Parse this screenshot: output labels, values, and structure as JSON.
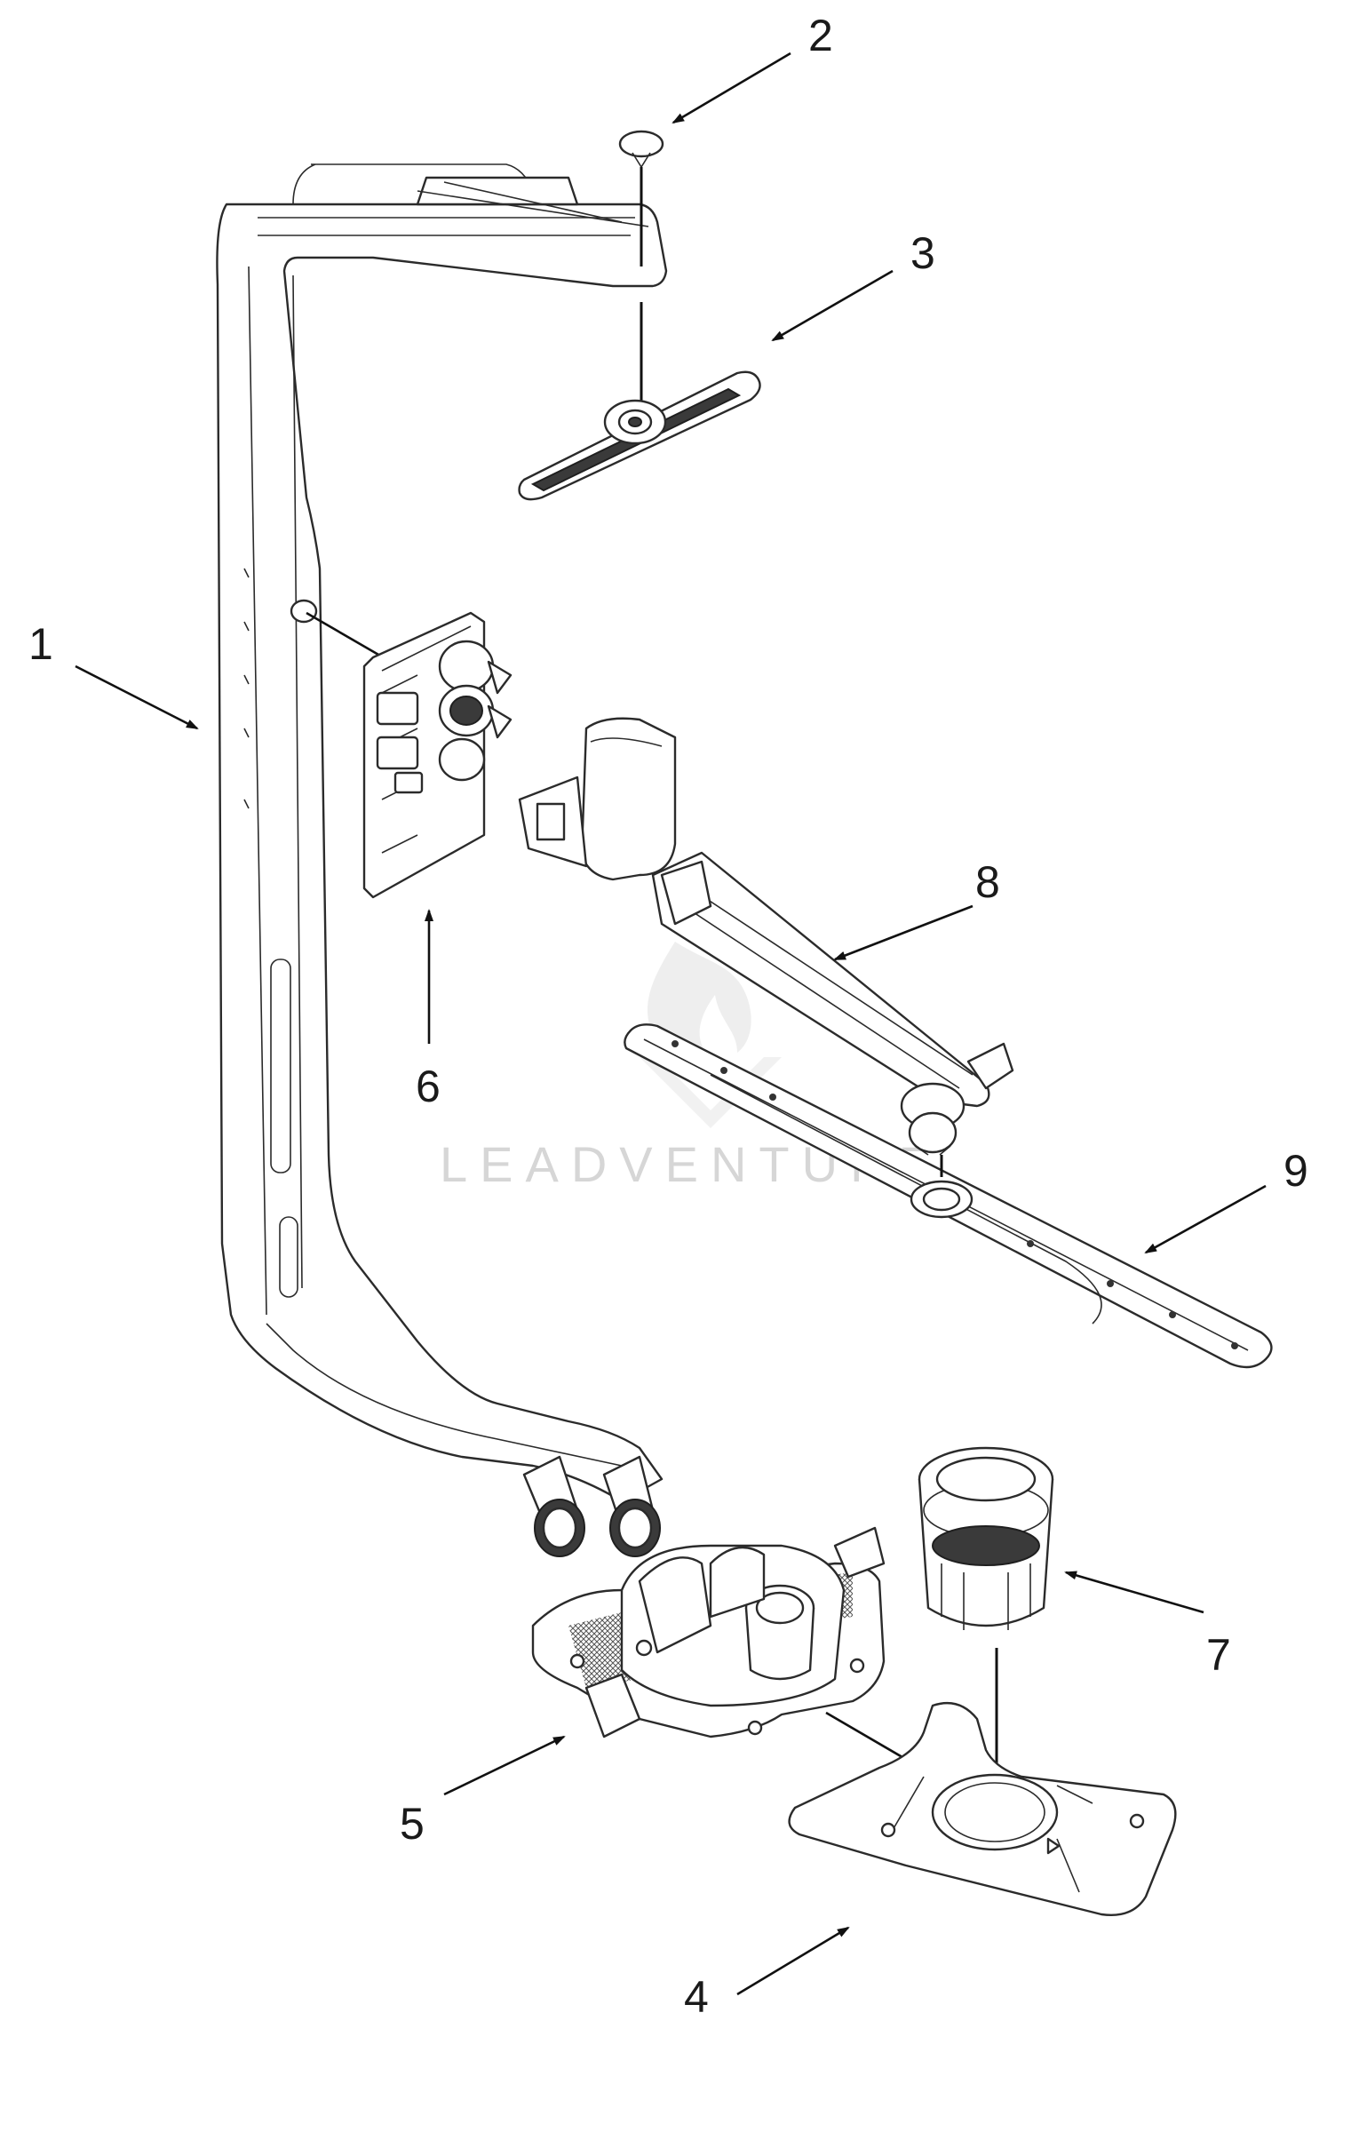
{
  "callouts": [
    {
      "id": "1",
      "label": "1"
    },
    {
      "id": "2",
      "label": "2"
    },
    {
      "id": "3",
      "label": "3"
    },
    {
      "id": "4",
      "label": "4"
    },
    {
      "id": "5",
      "label": "5"
    },
    {
      "id": "6",
      "label": "6"
    },
    {
      "id": "7",
      "label": "7"
    },
    {
      "id": "8",
      "label": "8"
    },
    {
      "id": "9",
      "label": "9"
    }
  ],
  "watermark": {
    "text": "LEADVENTURE"
  },
  "colors": {
    "line": "#2b2b2b",
    "background": "#ffffff",
    "watermark": "#d6d6d6"
  }
}
